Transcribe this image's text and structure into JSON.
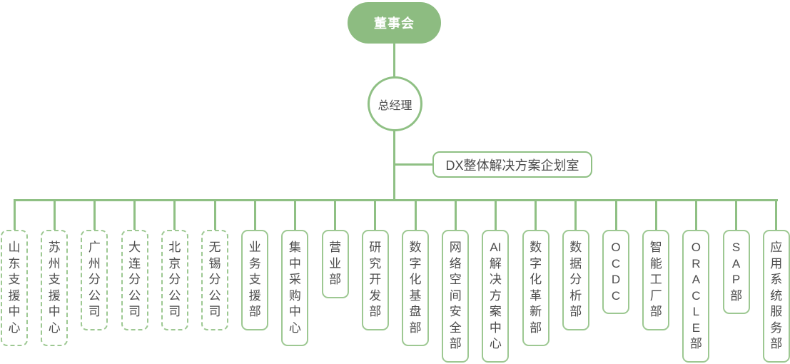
{
  "colors": {
    "node_fill_green": "#8dbc81",
    "connector_green": "#8fc084",
    "dept_border_green": "#9dc892",
    "text_dark": "#4c4c4c",
    "root_text": "#ffffff",
    "background": "#ffffff"
  },
  "chart": {
    "root": {
      "label": "董事会"
    },
    "general_manager": {
      "label": "总经理"
    },
    "staff_office": {
      "label": "DX整体解决方案企划室"
    },
    "departments": [
      {
        "label": "山东支援中心",
        "border": "dashed"
      },
      {
        "label": "苏州支援中心",
        "border": "dashed"
      },
      {
        "label": "广州分公司",
        "border": "dashed"
      },
      {
        "label": "大连分公司",
        "border": "dashed"
      },
      {
        "label": "北京分公司",
        "border": "dashed"
      },
      {
        "label": "无锡分公司",
        "border": "dashed"
      },
      {
        "label": "业务支援部",
        "border": "solid"
      },
      {
        "label": "集中采购中心",
        "border": "solid"
      },
      {
        "label": "营业部",
        "border": "solid"
      },
      {
        "label": "研究开发部",
        "border": "solid"
      },
      {
        "label": "数字化基盘部",
        "border": "solid"
      },
      {
        "label": "网络空间安全部",
        "border": "solid"
      },
      {
        "label": "AI解决方案中心",
        "lines": [
          "AI",
          "解",
          "决",
          "方",
          "案",
          "中",
          "心"
        ],
        "border": "solid"
      },
      {
        "label": "数字化革新部",
        "border": "solid"
      },
      {
        "label": "数据分析部",
        "border": "solid"
      },
      {
        "label": "OCDC",
        "lines": [
          "O",
          "C",
          "D",
          "C"
        ],
        "border": "solid"
      },
      {
        "label": "智能工厂部",
        "border": "solid"
      },
      {
        "label": "ORACLE部",
        "lines": [
          "O",
          "R",
          "A",
          "C",
          "L",
          "E",
          "部"
        ],
        "border": "solid"
      },
      {
        "label": "SAP部",
        "lines": [
          "S",
          "A",
          "P",
          "部"
        ],
        "border": "solid"
      },
      {
        "label": "应用系统服务部",
        "border": "solid"
      }
    ]
  }
}
